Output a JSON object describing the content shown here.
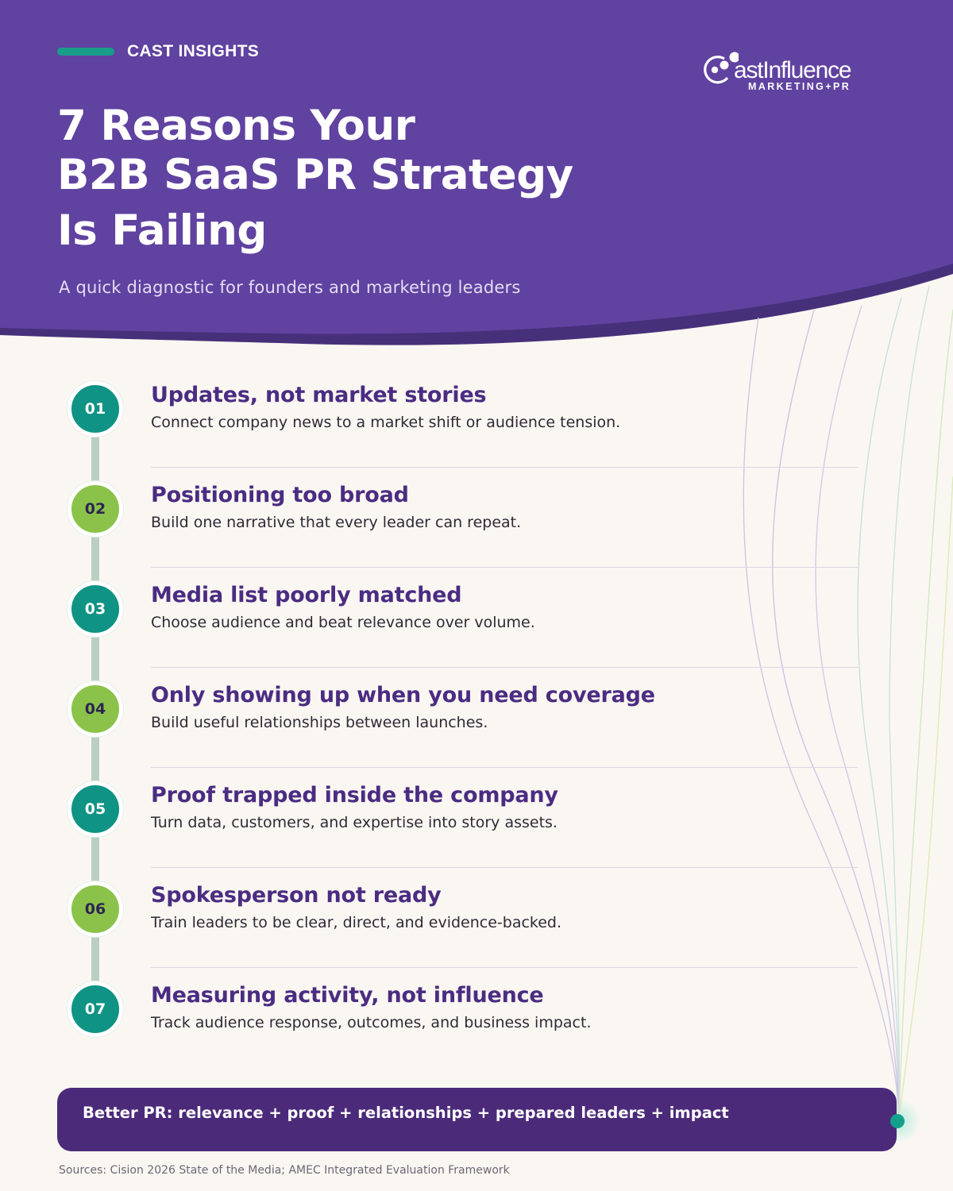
{
  "header": {
    "kicker": "CAST INSIGHTS",
    "title_line1": "7 Reasons Your",
    "title_line2": "B2B SaaS PR Strategy",
    "title_line3": "Is Failing",
    "subtitle": "A quick diagnostic for founders and marketing leaders"
  },
  "logo": {
    "wordmark": "astInfluence",
    "tagline": "MARKETING+PR"
  },
  "colors": {
    "header_purple": "#6042a0",
    "header_edge": "#47307a",
    "teal": "#0f9384",
    "green": "#8bc34a",
    "title_purple": "#4b2c82",
    "cta_purple": "#4b2a7a",
    "background": "#faf7f2"
  },
  "items": [
    {
      "number": "01",
      "title": "Updates, not market stories",
      "description": "Connect company news to a market shift or audience tension."
    },
    {
      "number": "02",
      "title": "Positioning too broad",
      "description": "Build one narrative that every leader can repeat."
    },
    {
      "number": "03",
      "title": "Media list poorly matched",
      "description": "Choose audience and beat relevance over volume."
    },
    {
      "number": "04",
      "title": "Only showing up when you need coverage",
      "description": "Build useful relationships between launches."
    },
    {
      "number": "05",
      "title": "Proof trapped inside the company",
      "description": "Turn data, customers, and expertise into story assets."
    },
    {
      "number": "06",
      "title": "Spokesperson not ready",
      "description": "Train leaders to be clear, direct, and evidence-backed."
    },
    {
      "number": "07",
      "title": "Measuring activity, not influence",
      "description": "Track audience response, outcomes, and business impact."
    }
  ],
  "cta": {
    "text": "Better PR: relevance + proof + relationships + prepared leaders + impact"
  },
  "footer": {
    "sources": "Sources: Cision 2026 State of the Media; AMEC Integrated Evaluation Framework"
  }
}
